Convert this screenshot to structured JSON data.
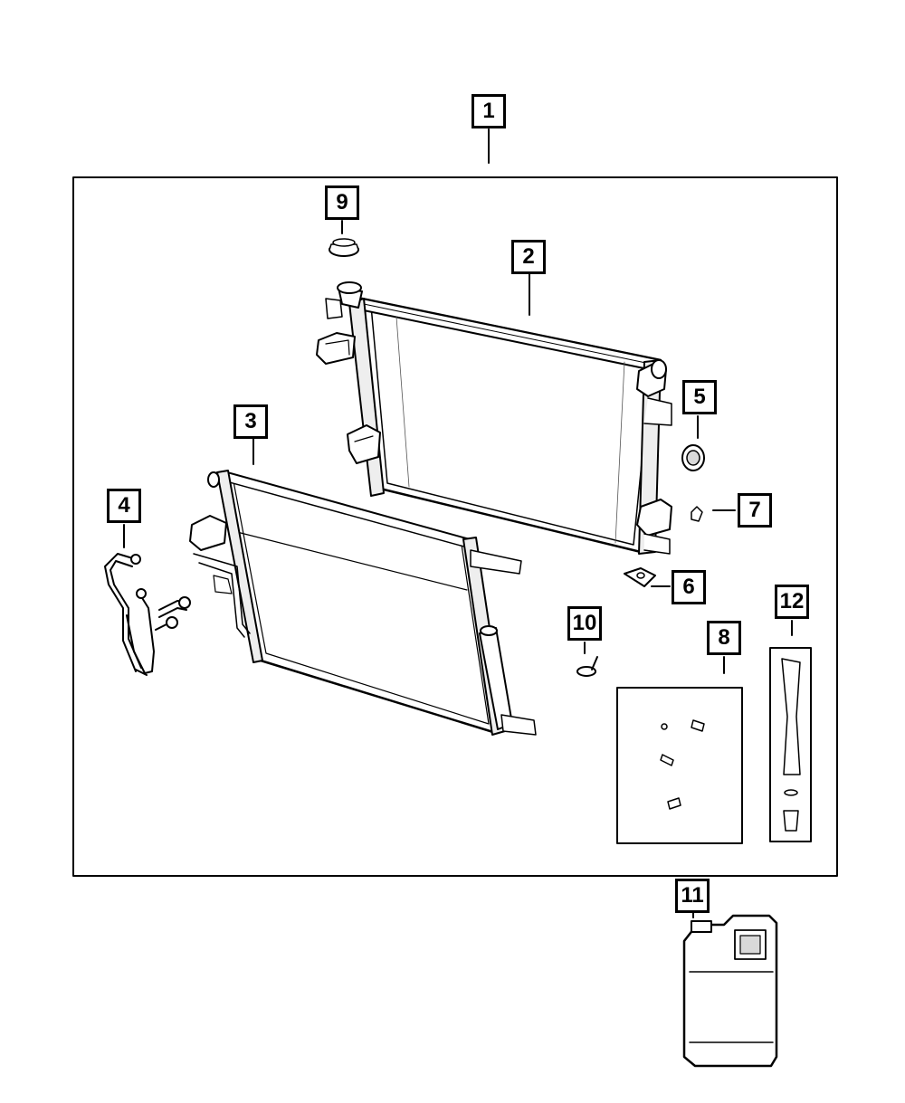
{
  "diagram": {
    "callouts": [
      {
        "id": "1",
        "label": "1"
      },
      {
        "id": "2",
        "label": "2"
      },
      {
        "id": "3",
        "label": "3"
      },
      {
        "id": "4",
        "label": "4"
      },
      {
        "id": "5",
        "label": "5"
      },
      {
        "id": "6",
        "label": "6"
      },
      {
        "id": "7",
        "label": "7"
      },
      {
        "id": "8",
        "label": "8"
      },
      {
        "id": "9",
        "label": "9"
      },
      {
        "id": "10",
        "label": "10"
      },
      {
        "id": "11",
        "label": "11"
      },
      {
        "id": "12",
        "label": "12"
      }
    ]
  },
  "colors": {
    "line": "#000000",
    "background": "#ffffff",
    "shade": "#d9d9d9"
  }
}
